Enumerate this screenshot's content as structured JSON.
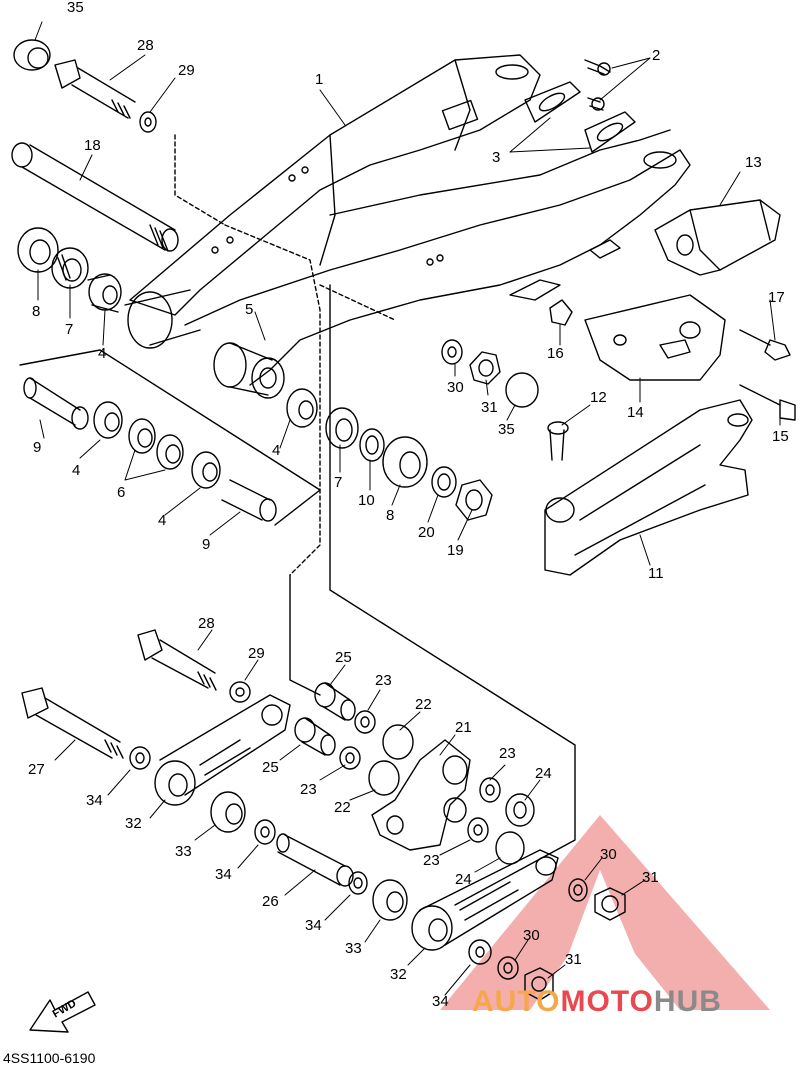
{
  "diagram": {
    "diagram_code": "4SS1100-6190",
    "fwd_label": "FWD",
    "watermark": {
      "auto": "AUTO",
      "moto": "MOTO",
      "hub": "HUB"
    },
    "colors": {
      "line": "#000000",
      "watermark_orange": "#f5a74a",
      "watermark_red": "#e8484e",
      "watermark_gray": "#8a8a8a"
    },
    "callouts": {
      "n1": "1",
      "n2": "2",
      "n3": "3",
      "n4a": "4",
      "n4b": "4",
      "n4c": "4",
      "n4d": "4",
      "n5": "5",
      "n6": "6",
      "n7a": "7",
      "n7b": "7",
      "n8a": "8",
      "n8b": "8",
      "n9a": "9",
      "n9b": "9",
      "n10": "10",
      "n11": "11",
      "n12": "12",
      "n13": "13",
      "n14": "14",
      "n15": "15",
      "n16": "16",
      "n17": "17",
      "n18": "18",
      "n19": "19",
      "n20": "20",
      "n21": "21",
      "n22a": "22",
      "n22b": "22",
      "n23a": "23",
      "n23b": "23",
      "n23c": "23",
      "n23d": "23",
      "n24a": "24",
      "n24b": "24",
      "n25a": "25",
      "n25b": "25",
      "n26": "26",
      "n27": "27",
      "n28a": "28",
      "n28b": "28",
      "n29a": "29",
      "n29b": "29",
      "n30a": "30",
      "n30b": "30",
      "n30c": "30",
      "n31a": "31",
      "n31b": "31",
      "n31c": "31",
      "n32a": "32",
      "n32b": "32",
      "n33a": "33",
      "n33b": "33",
      "n34a": "34",
      "n34b": "34",
      "n34c": "34",
      "n34d": "34",
      "n35a": "35",
      "n35b": "35"
    }
  }
}
